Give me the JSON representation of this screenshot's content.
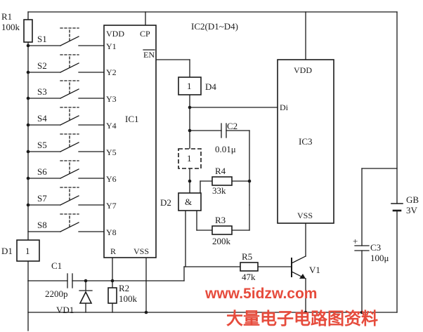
{
  "labels": {
    "r1": "R1",
    "r1v": "100k",
    "s1": "S1",
    "s2": "S2",
    "s3": "S3",
    "s4": "S4",
    "s5": "S5",
    "s6": "S6",
    "s7": "S7",
    "s8": "S8",
    "ic1_vdd": "VDD",
    "ic1_cp": "CP",
    "ic1_y1": "Y1",
    "ic1_y2": "Y2",
    "ic1_y3": "Y3",
    "ic1_y4": "Y4",
    "ic1_y5": "Y5",
    "ic1_y6": "Y6",
    "ic1_y7": "Y7",
    "ic1_y8": "Y8",
    "ic1": "IC1",
    "ic1_r": "R",
    "ic1_vss": "VSS",
    "en": "EN",
    "ic2": "IC2(D1~D4)",
    "d4": "D4",
    "d4_sym": "1",
    "d3_sym": "1",
    "d2": "D2",
    "d2_sym": "&",
    "d1": "D1",
    "d1_sym": "1",
    "c2": "C2",
    "c2v": "0.01μ",
    "r4": "R4",
    "r4v": "33k",
    "r3": "R3",
    "r3v": "200k",
    "ic3_vdd": "VDD",
    "ic3_di": "Di",
    "ic3": "IC3",
    "ic3_vss": "VSS",
    "c1": "C1",
    "c1v": "2200p",
    "r2": "R2",
    "r2v": "100k",
    "vd1": "VD1",
    "r5": "R5",
    "r5v": "47k",
    "v1": "V1",
    "c3": "C3",
    "c3v": "100μ",
    "c3_plus": "+",
    "gb": "GB",
    "gbv": "3V"
  },
  "watermark": {
    "url": "www.5idzw.com",
    "caption": "大量电子电路图资料"
  },
  "colors": {
    "ink": "#1a1a1a",
    "watermark": "#e64b3c"
  }
}
